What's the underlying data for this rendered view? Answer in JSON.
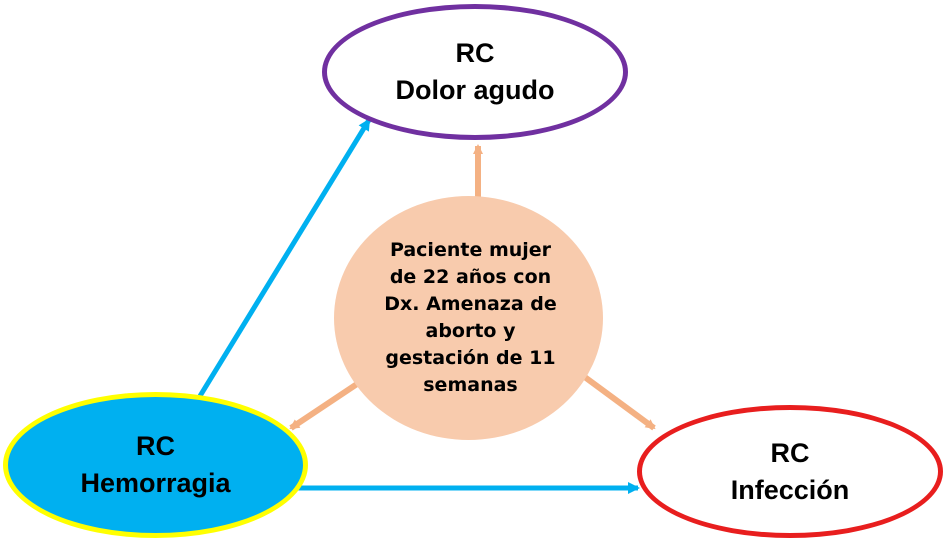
{
  "diagram": {
    "top_node": {
      "line1": "RC",
      "line2": "Dolor agudo"
    },
    "left_node": {
      "line1": "RC",
      "line2": "Hemorragia"
    },
    "right_node": {
      "line1": "RC",
      "line2": "Infección"
    },
    "center_node": {
      "lines": [
        "Paciente mujer",
        "de 22 años con",
        "Dx. Amenaza de",
        "aborto y",
        "gestación de 11",
        "semanas"
      ]
    },
    "colors": {
      "top_border": "#7030a0",
      "left_fill": "#00b0f0",
      "left_border": "#ffff00",
      "right_border": "#e81e1e",
      "center_fill": "#f8cbad",
      "center_arrows": "#f4b183",
      "outer_arrows": "#00b0f0"
    }
  }
}
